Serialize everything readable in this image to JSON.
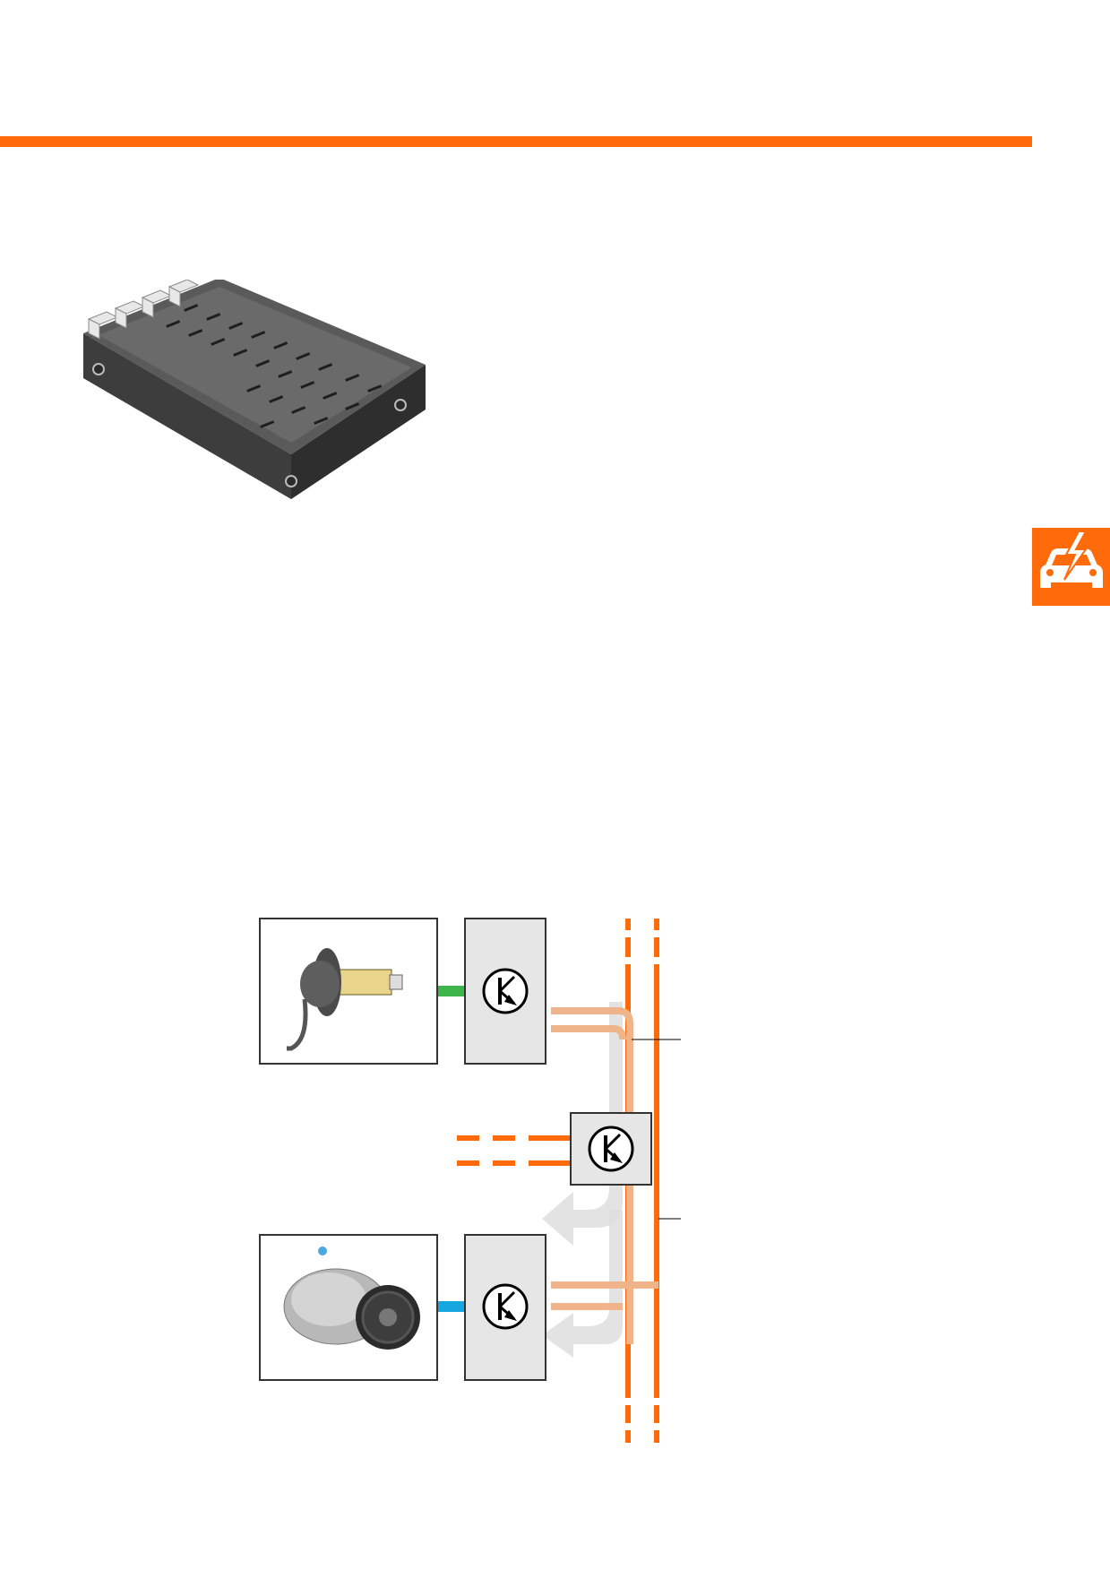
{
  "colors": {
    "accent": "#ff6b0a",
    "bus_light": "#f0b48a",
    "flow_arrow": "#dcdcdc",
    "panel_fill": "#e6e6e6",
    "panel_border": "#333333",
    "sensor_signal": "#3db54a",
    "compressor_signal": "#16a6e0",
    "housing_dark": "#5a5a5a",
    "connector": "#e8e8e8"
  },
  "icons": {
    "side_tab": "car-electrical-icon",
    "transistor": "transistor-symbol-icon"
  },
  "diagram": {
    "components": [
      {
        "id": "sensor",
        "depicts": "sensor-image"
      },
      {
        "id": "compressor",
        "depicts": "ac-compressor-image"
      }
    ],
    "nodes": [
      "sensor-control-unit",
      "gateway-control-unit",
      "compressor-control-unit"
    ]
  }
}
